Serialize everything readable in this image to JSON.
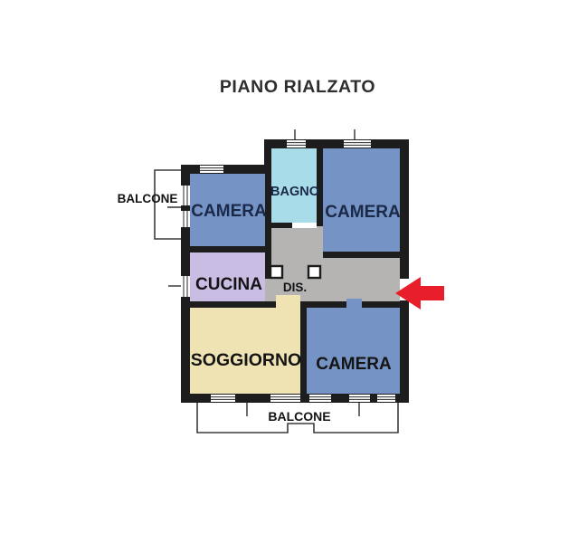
{
  "title": "PIANO RIALZATO",
  "floor_plan": {
    "rooms": [
      {
        "id": "camera-top-left",
        "label": "CAMERA"
      },
      {
        "id": "bagno",
        "label": "BAGNO"
      },
      {
        "id": "camera-top-right",
        "label": "CAMERA"
      },
      {
        "id": "cucina",
        "label": "CUCINA"
      },
      {
        "id": "disimpegno",
        "label": "DIS."
      },
      {
        "id": "soggiorno",
        "label": "SOGGIORNO"
      },
      {
        "id": "camera-bottom-right",
        "label": "CAMERA"
      }
    ],
    "balconies": [
      {
        "id": "balcone-top-left",
        "label": "BALCONE"
      },
      {
        "id": "balcone-bottom",
        "label": "BALCONE"
      }
    ],
    "entrance_arrow": {
      "direction": "left",
      "meaning": "entrance"
    }
  },
  "colors": {
    "camera": "#7593c4",
    "bagno": "#a9dcE9",
    "cucina": "#c9bde4",
    "soggiorno": "#efe3b4",
    "disimpegno": "#b5b4b2",
    "wall": "#1d1d1d",
    "arrow": "#e81f2a",
    "room_label_dark": "#1b2949",
    "room_label_black": "#141414",
    "title_color": "#2e2e2e"
  }
}
